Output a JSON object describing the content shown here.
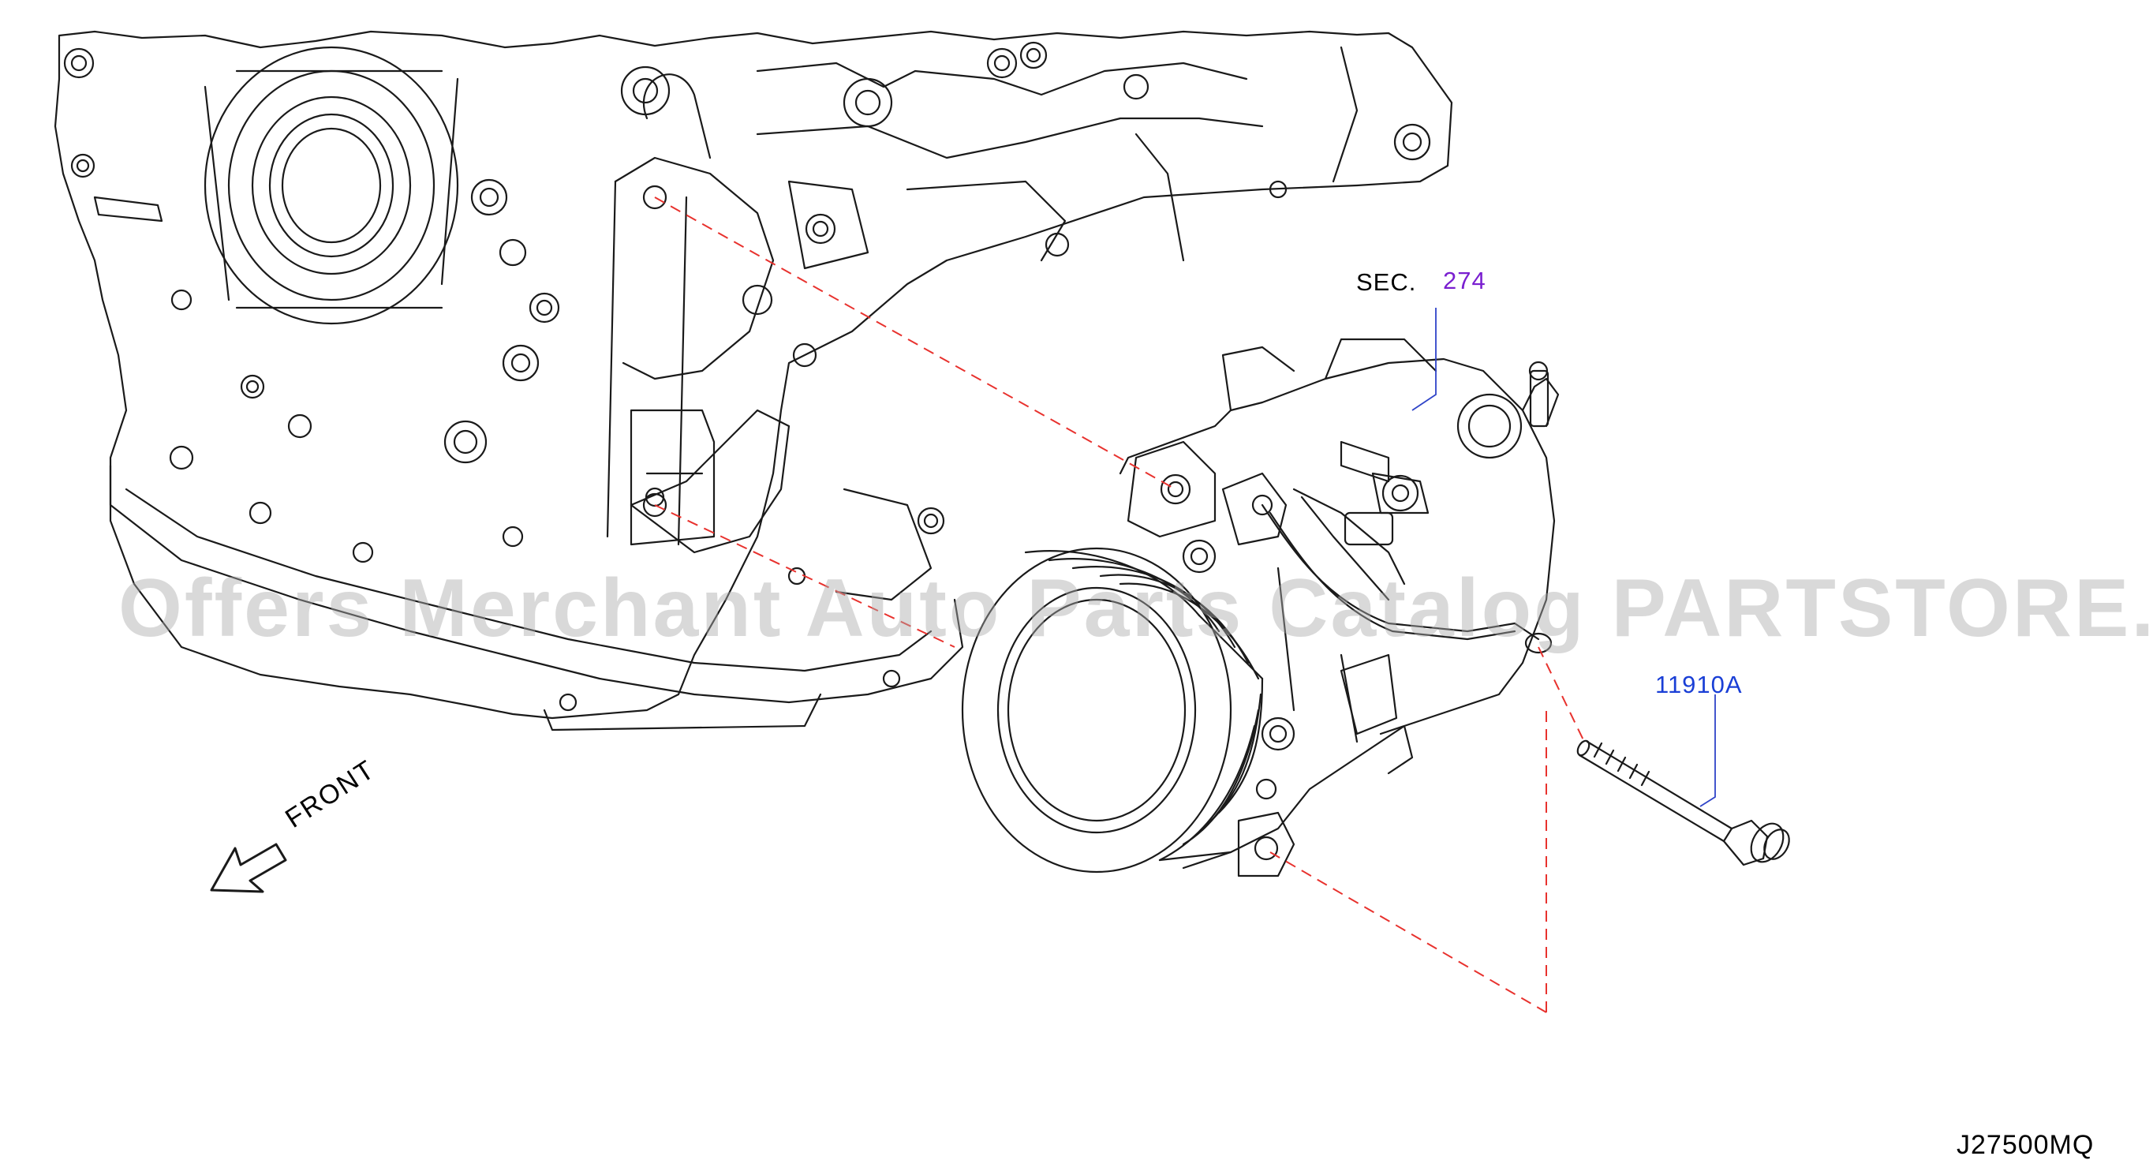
{
  "labels": {
    "sec": "SEC.",
    "sec_number": "274",
    "part_number": "11910A",
    "front": "FRONT",
    "diagram_code": "J27500MQ"
  },
  "watermark": "Offers Merchant Auto Parts Catalog PARTSTORE.SA",
  "colors": {
    "line": "#1a1a1a",
    "leader_dash": "#e8322e",
    "sec_number": "#7a1fd0",
    "part_number": "#1a3fd6",
    "watermark": "#aaaaaa"
  }
}
